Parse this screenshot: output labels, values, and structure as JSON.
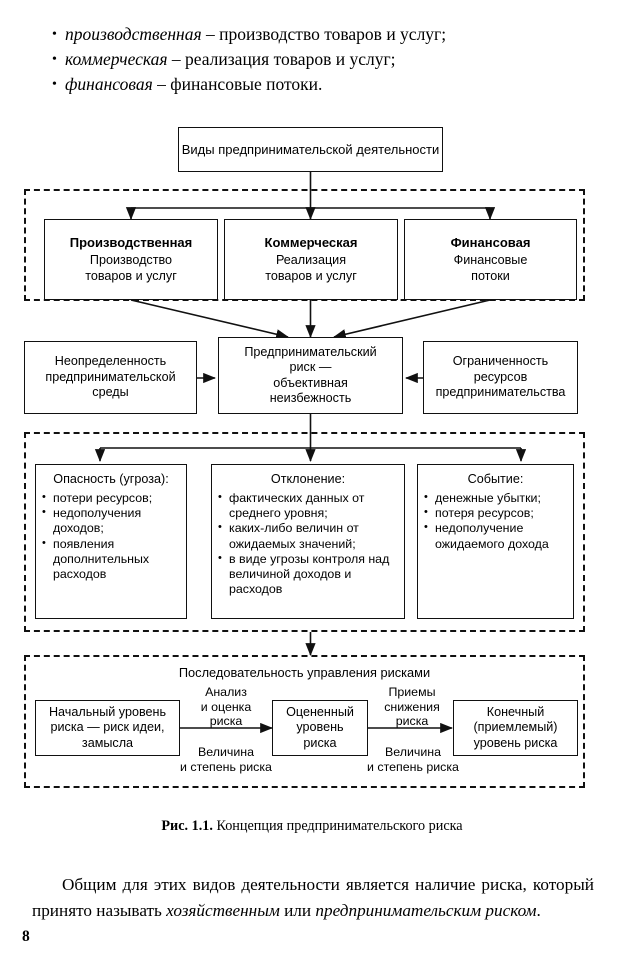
{
  "intro_list": [
    {
      "term": "производственная",
      "rest": " – производство товаров и услуг;"
    },
    {
      "term": "коммерческая",
      "rest": " – реализация товаров и услуг;"
    },
    {
      "term": "финансовая",
      "rest": " – финансовые потоки."
    }
  ],
  "figure": {
    "title_box": "Виды предпринимательской деятельности",
    "activity_types": [
      {
        "heading": "Производственная",
        "sub": "Производство\nтоваров и услуг"
      },
      {
        "heading": "Коммерческая",
        "sub": "Реализация\nтоваров и услуг"
      },
      {
        "heading": "Финансовая",
        "sub": "Финансовые\nпотоки"
      }
    ],
    "middle_row": {
      "left": "Неопределенность\nпредпринимательской\nсреды",
      "center": "Предпринимательский\nриск —\nобъективная\nнеизбежность",
      "right": "Ограниченность\nресурсов\nпредпринимательства"
    },
    "aspects": [
      {
        "title": "Опасность (угроза):",
        "items": [
          "потери ресурсов;",
          "недополучения доходов;",
          "появления дополнительных расходов"
        ]
      },
      {
        "title": "Отклонение:",
        "items": [
          "фактических данных от среднего уровня;",
          "каких-либо величин от ожидаемых значений;",
          "в виде угрозы контроля над величиной доходов и расходов"
        ]
      },
      {
        "title": "Событие:",
        "items": [
          "денежные убытки;",
          "потеря ресурсов;",
          "недополучение ожидаемого дохода"
        ]
      }
    ],
    "sequence": {
      "heading": "Последовательность управления рисками",
      "steps": [
        "Начальный уровень\nриска — риск идеи,\nзамысла",
        "Оцененный\nуровень\nриска",
        "Конечный\n(приемлемый)\nуровень риска"
      ],
      "transitions": [
        {
          "above": "Анализ\nи оценка\nриска",
          "below": "Величина\nи степень риска"
        },
        {
          "above": "Приемы\nснижения\nриска",
          "below": "Величина\nи степень риска"
        }
      ]
    }
  },
  "caption": {
    "label": "Рис. 1.1.",
    "text": " Концепция предпринимательского риска"
  },
  "body_paragraph": {
    "part1": "Общим для этих видов деятельности является наличие риска, который принято называть ",
    "italic1": "хозяйственным",
    "part2": " или ",
    "italic2": "предпринимательским риском",
    "part3": "."
  },
  "page_number": "8"
}
